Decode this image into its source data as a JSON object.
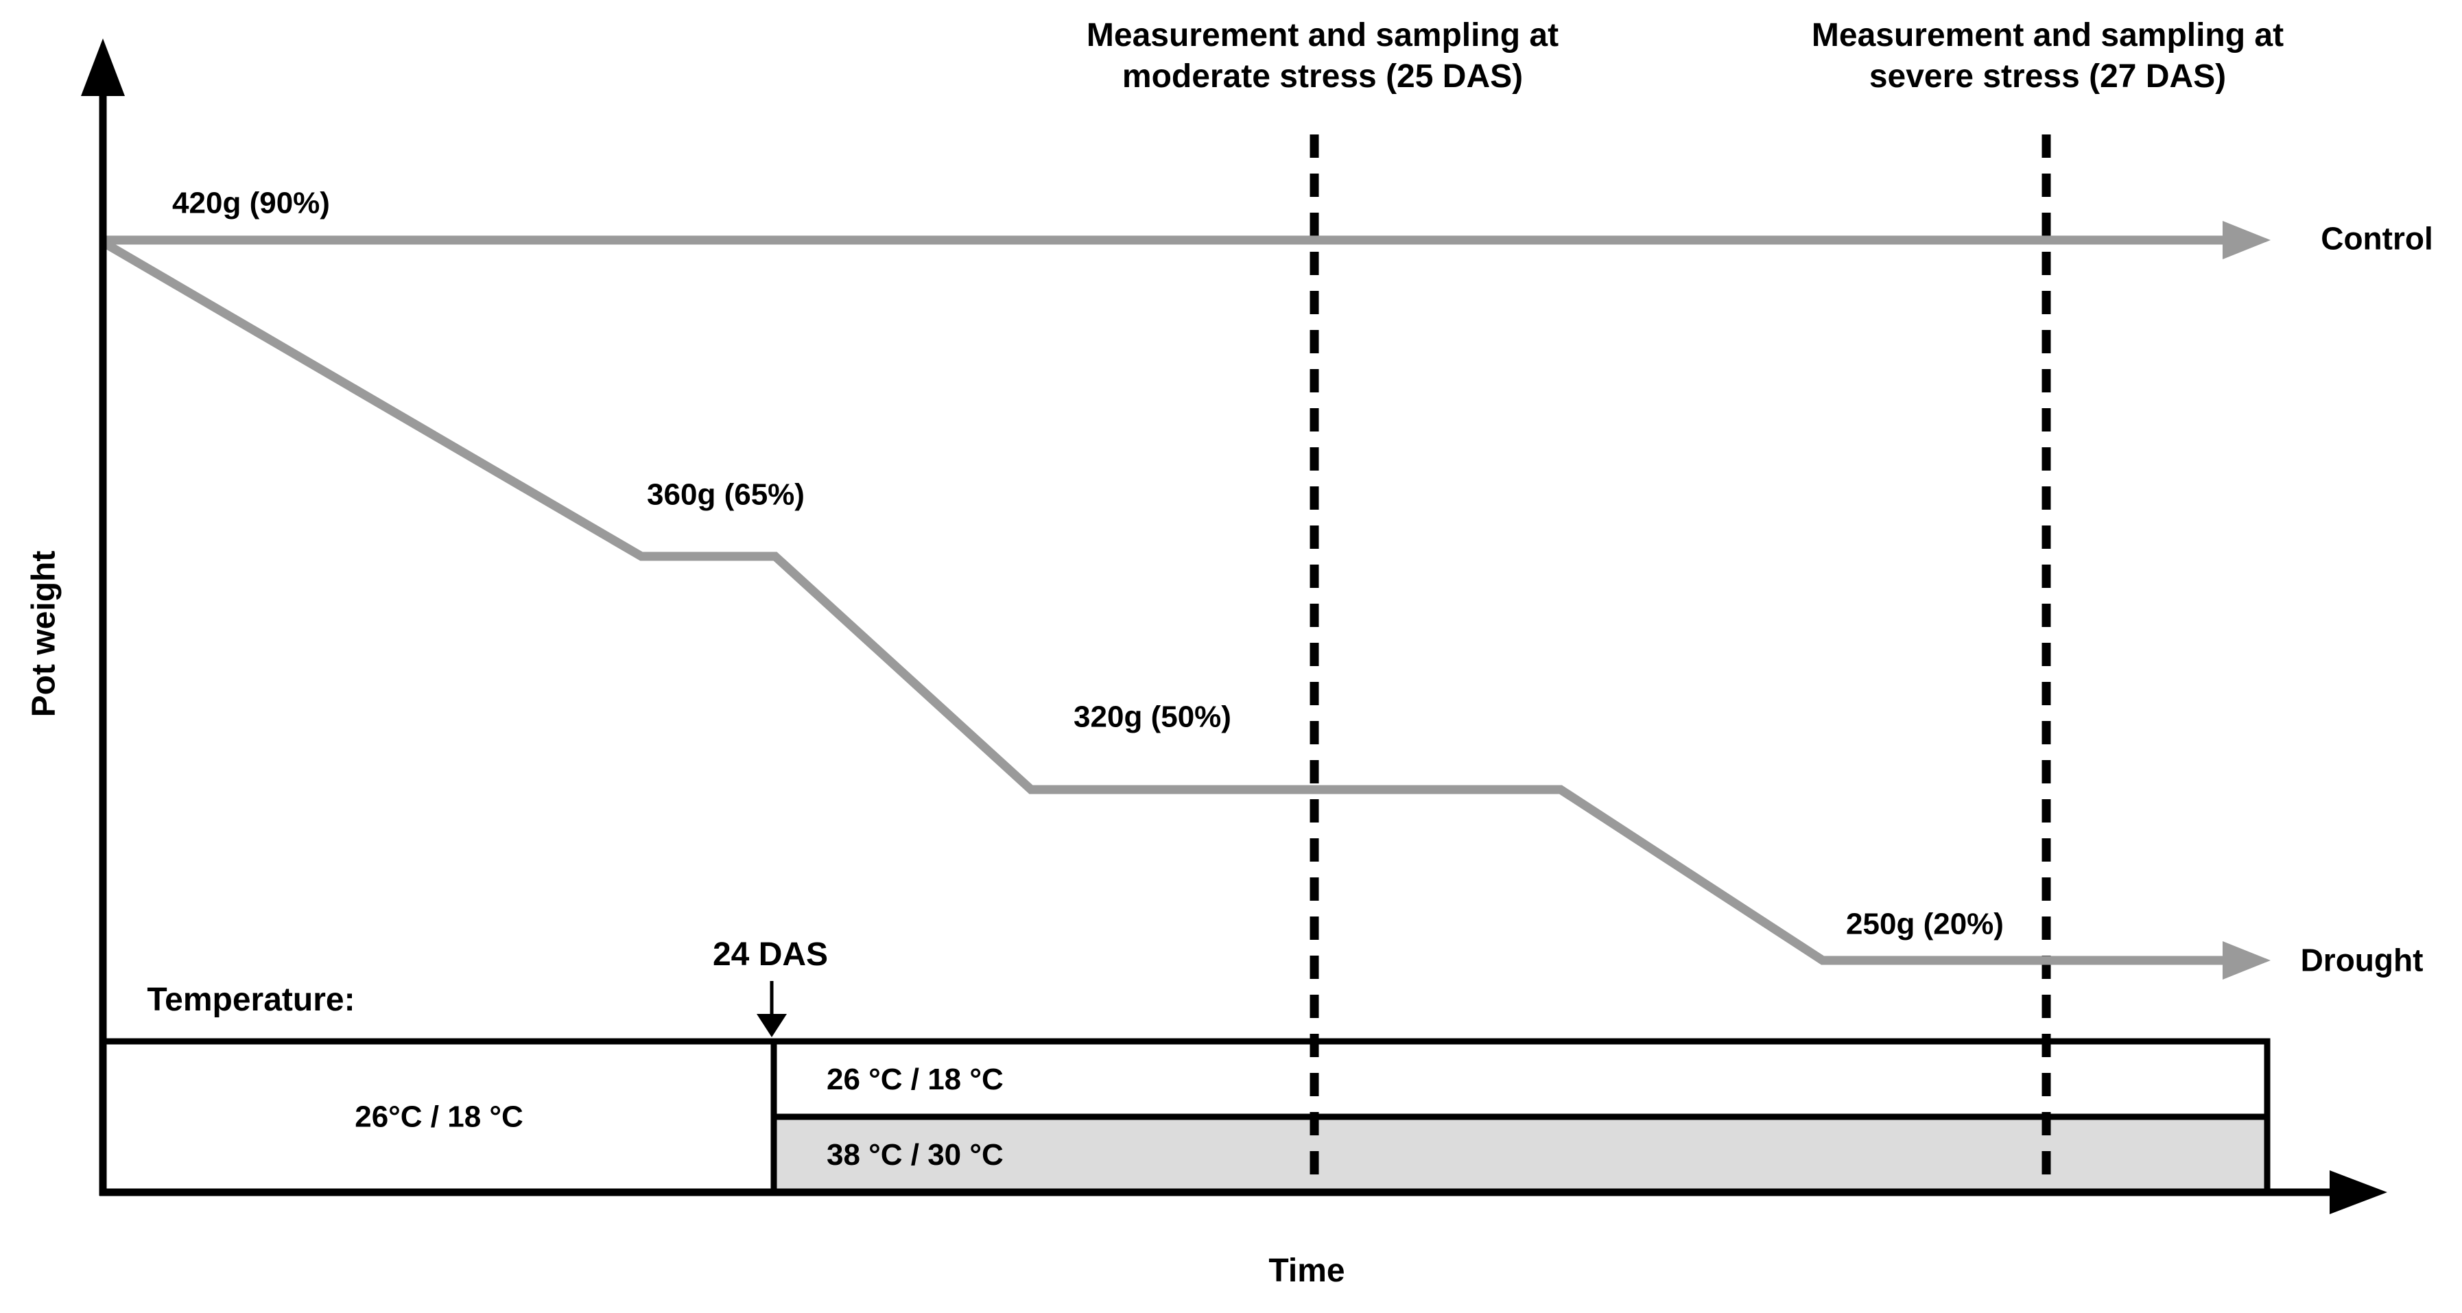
{
  "colors": {
    "background": "#ffffff",
    "black": "#000000",
    "line_gray": "#9a9a9a",
    "heat_cell_gray": "#dcdcdc"
  },
  "axes": {
    "y_label": "Pot weight",
    "x_label": "Time"
  },
  "sampling_annotations": [
    {
      "line1": "Measurement and sampling at",
      "line2": "moderate stress (25 DAS)"
    },
    {
      "line1": "Measurement and sampling at",
      "line2": "severe stress (27 DAS)"
    }
  ],
  "series_labels": {
    "control": "Control",
    "drought": "Drought"
  },
  "weight_labels": {
    "start": "420g (90%)",
    "step1": "360g (65%)",
    "step2": "320g (50%)",
    "step3": "250g (20%)"
  },
  "heat_start_label": "24 DAS",
  "temperature_panel": {
    "title": "Temperature:",
    "before_split": "26°C / 18 °C",
    "after_split_top": "26 °C / 18 °C",
    "after_split_bottom": "38 °C / 30 °C"
  },
  "chart_data": {
    "type": "line",
    "title": "",
    "xlabel": "Time",
    "ylabel": "Pot weight",
    "x_unit": "DAS (days after sowing)",
    "grid": false,
    "legend_position": "right-of-lines",
    "series": [
      {
        "name": "Control",
        "values_g": [
          420,
          420
        ],
        "percent_field_capacity": [
          90,
          90
        ],
        "note": "held constant at 420 g (90%) for the whole experiment"
      },
      {
        "name": "Drought",
        "values_g": [
          420,
          360,
          320,
          250
        ],
        "percent_field_capacity": [
          90,
          65,
          50,
          20
        ],
        "note": "stepwise dry-down: 420 g (90%) to 360 g (65%), down again at 24 DAS to 320 g (50%) plateau spanning 25 DAS, then to 250 g (20%) plateau spanning 27 DAS"
      }
    ],
    "events": [
      {
        "x": "24 DAS",
        "label": "temperature split: 26 °C / 18 °C continues, 38 °C / 30 °C heat treatment begins"
      },
      {
        "x": "25 DAS",
        "label": "Measurement and sampling at moderate stress"
      },
      {
        "x": "27 DAS",
        "label": "Measurement and sampling at severe stress"
      }
    ],
    "temperature_regimes": [
      {
        "period": "before 24 DAS",
        "day_night": "26°C / 18 °C"
      },
      {
        "period": "after 24 DAS (control)",
        "day_night": "26 °C / 18 °C"
      },
      {
        "period": "after 24 DAS (heat)",
        "day_night": "38 °C / 30 °C"
      }
    ]
  }
}
